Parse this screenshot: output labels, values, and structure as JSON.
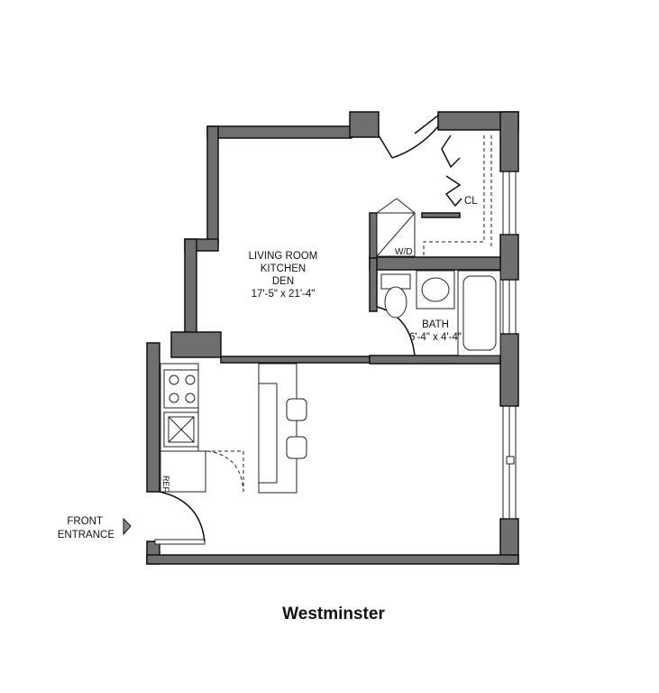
{
  "plan": {
    "title": "Westminster",
    "rooms": {
      "living": {
        "line1": "LIVING ROOM",
        "line2": "KITCHEN",
        "line3": "DEN",
        "size": "17'-5\" x 21'-4\""
      },
      "bath": {
        "name": "BATH",
        "size": "6'-4\" x 4'-4\""
      },
      "closet": "CL",
      "washer_dryer": "W/D",
      "refrigerator": "REF"
    },
    "entrance": {
      "line1": "FRONT",
      "line2": "ENTRANCE"
    }
  }
}
